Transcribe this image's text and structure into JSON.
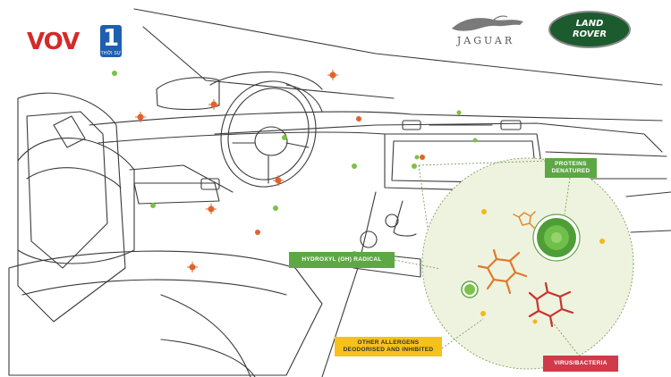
{
  "logos": {
    "broadcaster": {
      "name": "VOV",
      "channel": "1",
      "subtitle": "THỜI SỰ"
    },
    "brand_left": "JAGUAR",
    "brand_right_line1": "LAND",
    "brand_right_line2": "ROVER"
  },
  "callouts": {
    "proteins_line1": "PROTEINS",
    "proteins_line2": "DENATURED",
    "hydroxyl": "HYDROXYL (OH) RADICAL",
    "allergens_line1": "OTHER ALLERGENS",
    "allergens_line2": "DEODORISED AND INHIBITED",
    "virus": "VIRUS/BACTERIA"
  },
  "colors": {
    "green": "#5da745",
    "yellow": "#f4c21b",
    "red": "#d13a4a",
    "orange_particle": "#e0632b",
    "zoom_bg": "#eef3df"
  }
}
